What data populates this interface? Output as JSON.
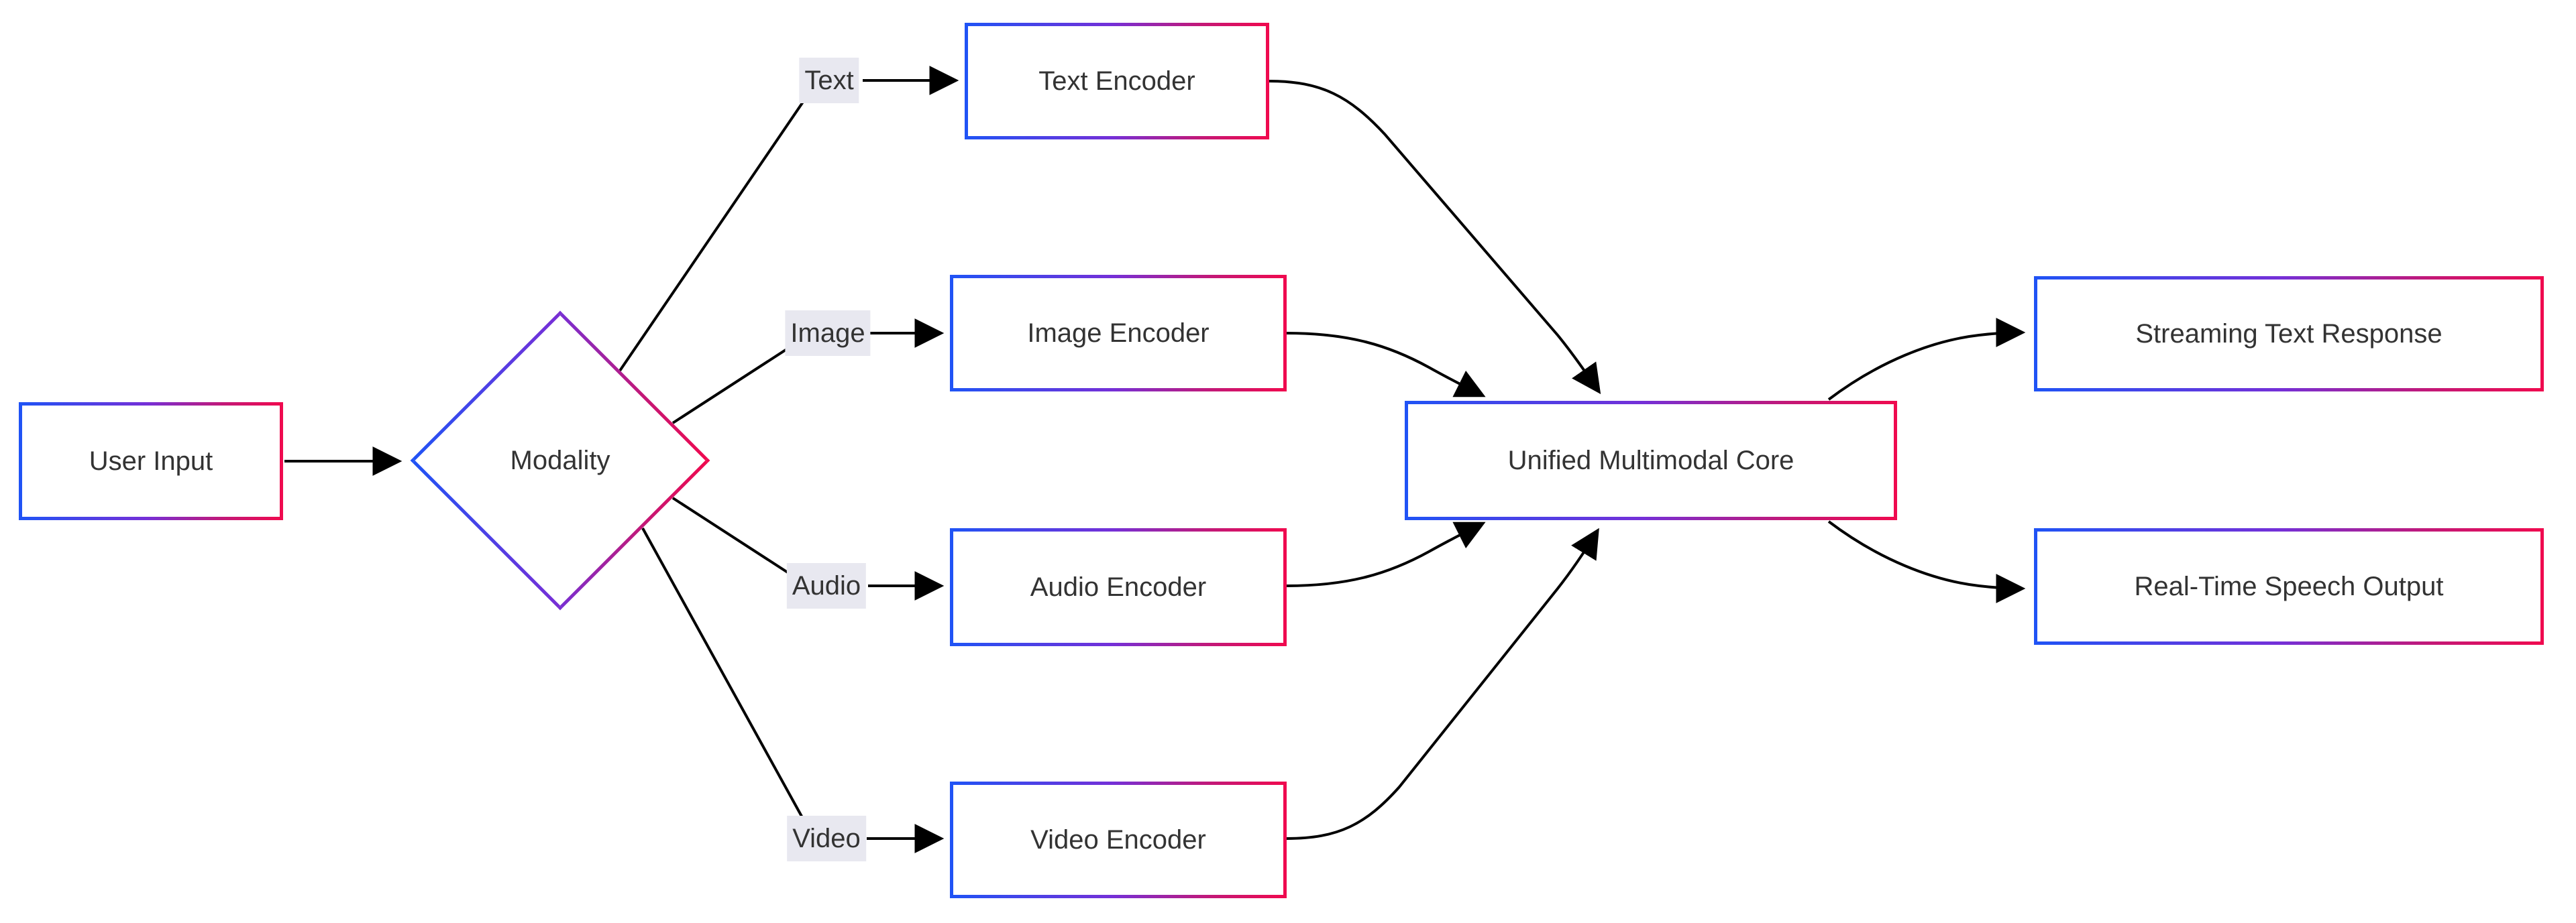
{
  "diagram": {
    "type": "flowchart",
    "direction": "left-to-right",
    "background_color": "#ffffff",
    "node_fill": "#ffffff",
    "node_text_color": "#333333",
    "node_border_gradient": [
      "#2053f5",
      "#7430d8",
      "#c31877",
      "#ef0a4f"
    ],
    "edge_color": "#000000",
    "edge_label_background": "#e8e8f0",
    "edge_label_text_color": "#333333",
    "nodes": {
      "user_input": {
        "label": "User Input",
        "shape": "rectangle"
      },
      "modality": {
        "label": "Modality",
        "shape": "diamond"
      },
      "text_encoder": {
        "label": "Text Encoder",
        "shape": "rectangle"
      },
      "image_encoder": {
        "label": "Image Encoder",
        "shape": "rectangle"
      },
      "audio_encoder": {
        "label": "Audio Encoder",
        "shape": "rectangle"
      },
      "video_encoder": {
        "label": "Video Encoder",
        "shape": "rectangle"
      },
      "unified_core": {
        "label": "Unified Multimodal Core",
        "shape": "rectangle"
      },
      "streaming_text_response": {
        "label": "Streaming Text Response",
        "shape": "rectangle"
      },
      "real_time_speech_output": {
        "label": "Real-Time Speech Output",
        "shape": "rectangle"
      }
    },
    "edge_labels": {
      "text": "Text",
      "image": "Image",
      "audio": "Audio",
      "video": "Video"
    },
    "edges": [
      {
        "from": "User Input",
        "to": "Modality",
        "label": ""
      },
      {
        "from": "Modality",
        "to": "Text Encoder",
        "label": "Text"
      },
      {
        "from": "Modality",
        "to": "Image Encoder",
        "label": "Image"
      },
      {
        "from": "Modality",
        "to": "Audio Encoder",
        "label": "Audio"
      },
      {
        "from": "Modality",
        "to": "Video Encoder",
        "label": "Video"
      },
      {
        "from": "Text Encoder",
        "to": "Unified Multimodal Core",
        "label": ""
      },
      {
        "from": "Image Encoder",
        "to": "Unified Multimodal Core",
        "label": ""
      },
      {
        "from": "Audio Encoder",
        "to": "Unified Multimodal Core",
        "label": ""
      },
      {
        "from": "Video Encoder",
        "to": "Unified Multimodal Core",
        "label": ""
      },
      {
        "from": "Unified Multimodal Core",
        "to": "Streaming Text Response",
        "label": ""
      },
      {
        "from": "Unified Multimodal Core",
        "to": "Real-Time Speech Output",
        "label": ""
      }
    ]
  }
}
